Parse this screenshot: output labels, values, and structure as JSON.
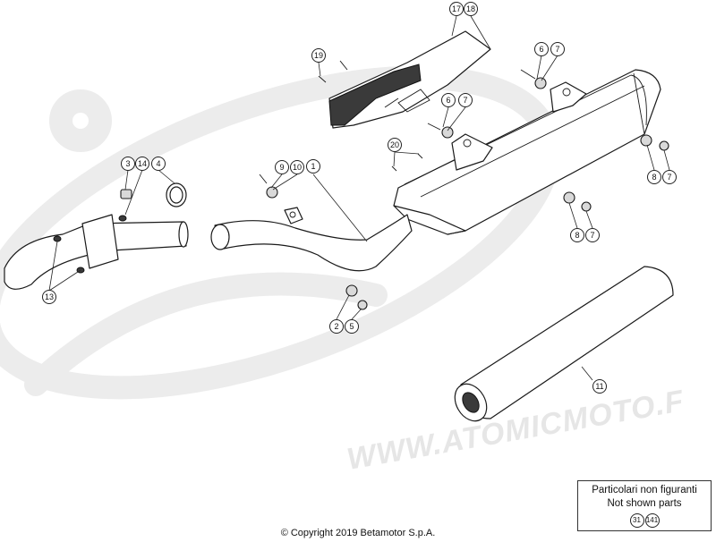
{
  "callouts": [
    {
      "id": "c1",
      "label": "1"
    },
    {
      "id": "c2",
      "label": "2"
    },
    {
      "id": "c3",
      "label": "3"
    },
    {
      "id": "c4",
      "label": "4"
    },
    {
      "id": "c5",
      "label": "5"
    },
    {
      "id": "c6a",
      "label": "6"
    },
    {
      "id": "c7a",
      "label": "7"
    },
    {
      "id": "c6b",
      "label": "6"
    },
    {
      "id": "c7b",
      "label": "7"
    },
    {
      "id": "c7c",
      "label": "7"
    },
    {
      "id": "c8a",
      "label": "8"
    },
    {
      "id": "c7d",
      "label": "7"
    },
    {
      "id": "c8b",
      "label": "8"
    },
    {
      "id": "c9",
      "label": "9"
    },
    {
      "id": "c10",
      "label": "10"
    },
    {
      "id": "c11",
      "label": "11"
    },
    {
      "id": "c13",
      "label": "13"
    },
    {
      "id": "c14",
      "label": "14"
    },
    {
      "id": "c17",
      "label": "17"
    },
    {
      "id": "c18",
      "label": "18"
    },
    {
      "id": "c19",
      "label": "19"
    },
    {
      "id": "c20",
      "label": "20"
    }
  ],
  "legend": {
    "line1": "Particolari non figuranti",
    "line2": "Not shown parts",
    "refs": [
      "31",
      "141"
    ]
  },
  "watermark": "WWW.ATOMICMOTO.F",
  "copyright": "© Copyright 2019 Betamotor S.p.A."
}
